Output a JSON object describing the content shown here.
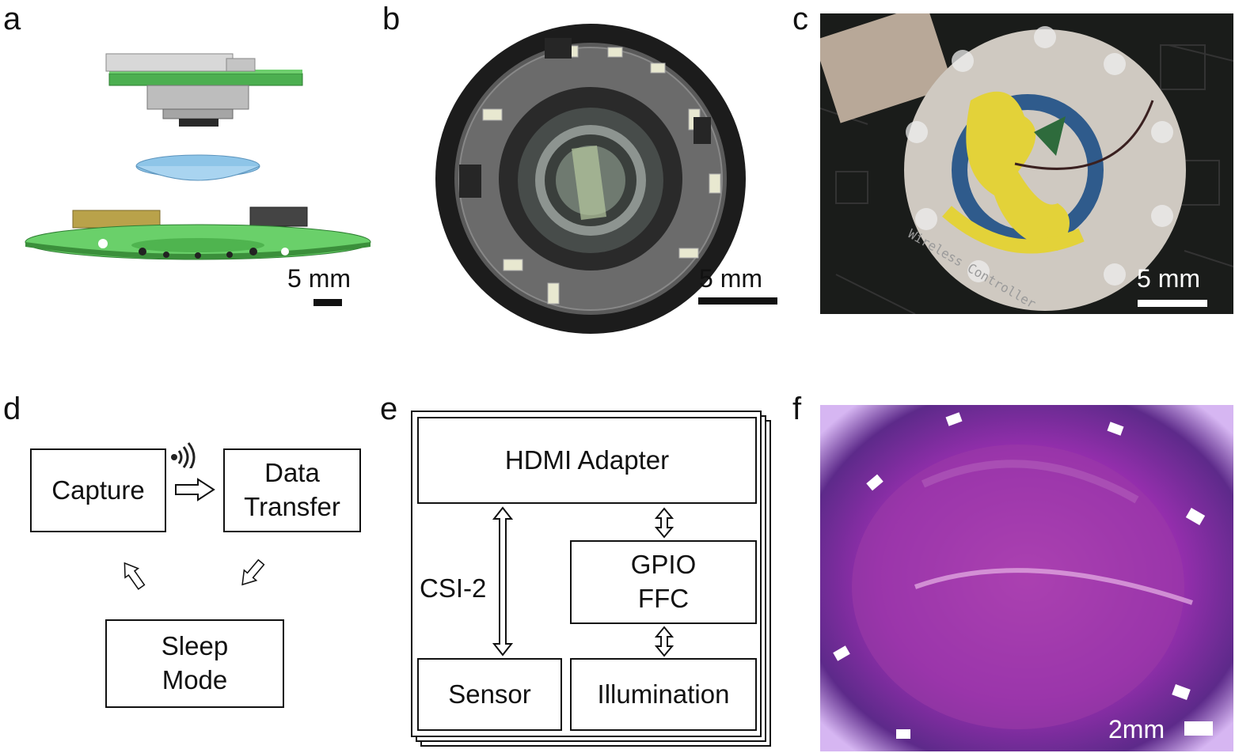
{
  "panels": {
    "a": {
      "label": "a",
      "scale": "5 mm"
    },
    "b": {
      "label": "b",
      "scale": "5 mm"
    },
    "c": {
      "label": "c",
      "scale": "5 mm",
      "board_text": "Wireless Controller"
    },
    "d": {
      "label": "d",
      "boxes": {
        "capture": "Capture",
        "data_transfer": "Data\nTransfer",
        "sleep": "Sleep\nMode"
      }
    },
    "e": {
      "label": "e",
      "boxes": {
        "hdmi": "HDMI Adapter",
        "gpio": "GPIO\nFFC",
        "sensor": "Sensor",
        "illumination": "Illumination"
      },
      "link_label": "CSI-2"
    },
    "f": {
      "label": "f",
      "scale": "2mm"
    }
  },
  "colors": {
    "pcb_green": "#4caf50",
    "pcb_dark": "#1a1c1a",
    "lens_blue": "#8ec5e8",
    "tissue_purple": "#9a2fb0"
  },
  "icons": [
    "wireless-signal-icon",
    "arrow-right-icon",
    "arrow-down-left-icon",
    "arrow-up-left-icon",
    "double-arrow-icon"
  ]
}
